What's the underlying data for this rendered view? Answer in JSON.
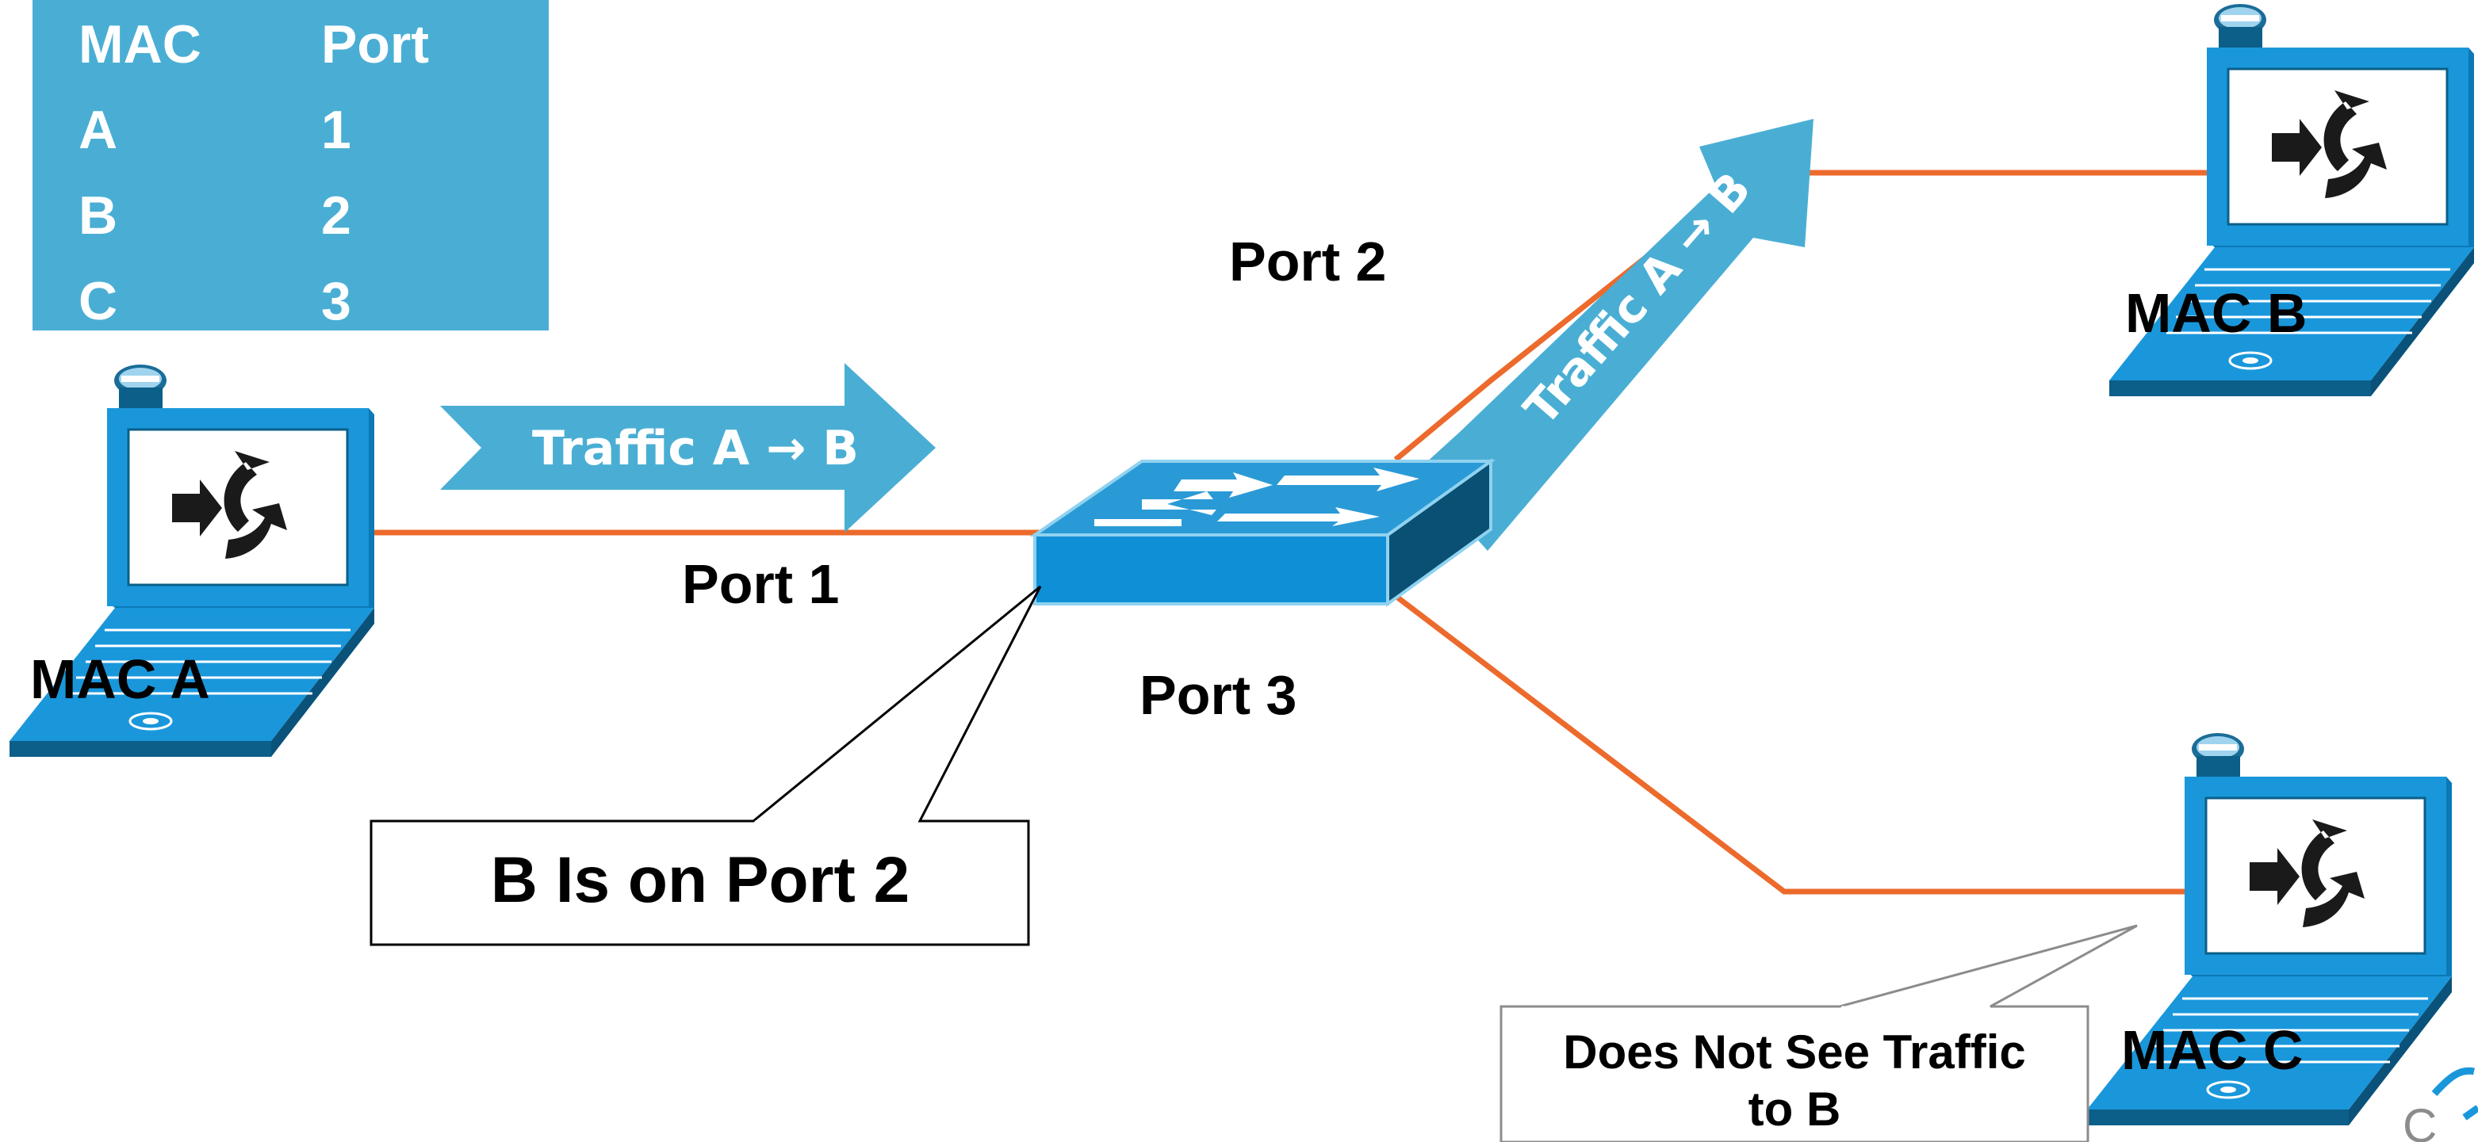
{
  "mac_table": {
    "headers": [
      "MAC",
      "Port"
    ],
    "rows": [
      [
        "A",
        "1"
      ],
      [
        "B",
        "2"
      ],
      [
        "C",
        "3"
      ]
    ]
  },
  "hosts": {
    "a": "MAC A",
    "b": "MAC B",
    "c": "MAC C"
  },
  "ports": {
    "p1": "Port 1",
    "p2": "Port 2",
    "p3": "Port 3"
  },
  "traffic": {
    "arrow1": "Traffic A → B",
    "arrow2": "Traffic A → B"
  },
  "callouts": {
    "switch_note": "B Is on Port 2",
    "host_c_note_line1": "Does Not See Traffic",
    "host_c_note_line2": "to B"
  },
  "colors": {
    "table_bg": "#4aaed4",
    "arrow_fill": "#4aaed4",
    "link": "#ec6a2c",
    "device_blue": "#0f8fd6",
    "device_dark": "#0a5f8a",
    "switch_top": "#2a9ad6"
  }
}
